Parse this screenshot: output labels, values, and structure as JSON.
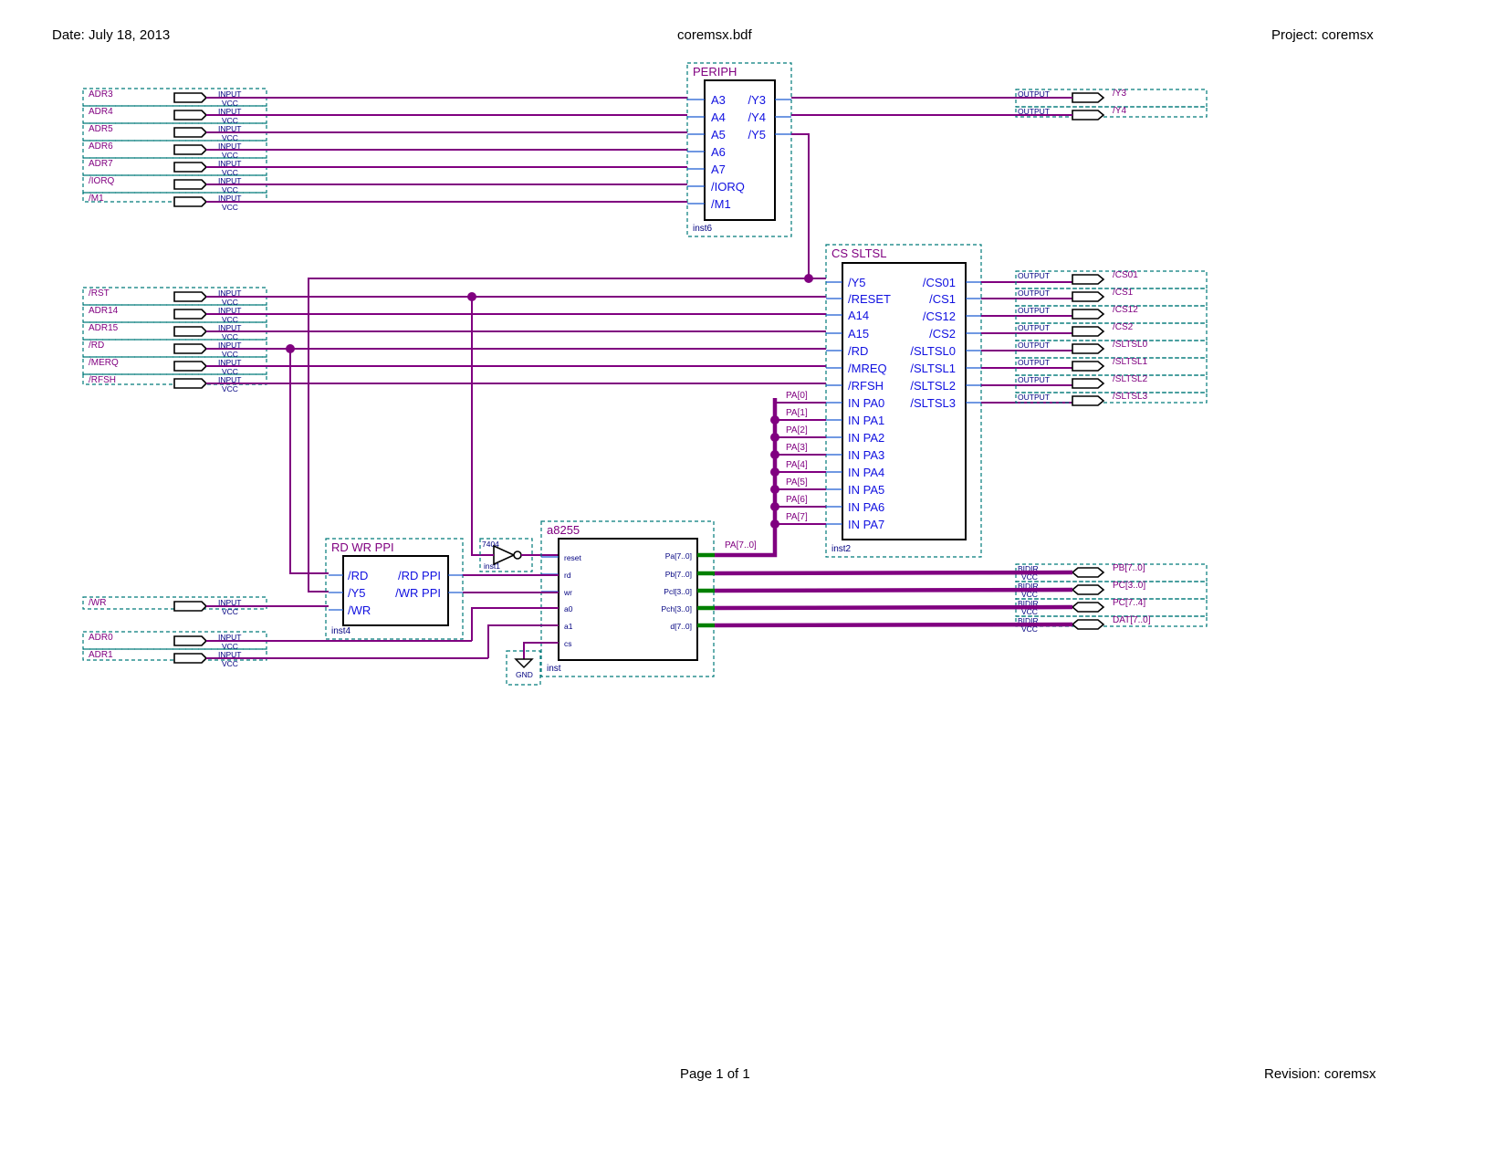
{
  "header": {
    "date": "Date: July 18, 2013",
    "file": "coremsx.bdf",
    "project": "Project: coremsx"
  },
  "footer": {
    "page": "Page 1 of 1",
    "revision": "Revision: coremsx"
  },
  "port_text": {
    "input": "INPUT",
    "output": "OUTPUT",
    "bidir": "BIDIR",
    "vcc": "VCC",
    "gnd": "GND"
  },
  "inputs": {
    "top": [
      "ADR3",
      "ADR4",
      "ADR5",
      "ADR6",
      "ADR7",
      "/IORQ",
      "/M1"
    ],
    "mid": [
      "/RST",
      "ADR14",
      "ADR15",
      "/RD",
      "/MERQ",
      "/RFSH"
    ],
    "wr": "/WR",
    "adr": [
      "ADR0",
      "ADR1"
    ]
  },
  "outputs": {
    "top": [
      "/Y3",
      "/Y4"
    ],
    "mid": [
      "/CS01",
      "/CS1",
      "/CS12",
      "/CS2",
      "/SLTSL0",
      "/SLTSL1",
      "/SLTSL2",
      "/SLTSL3"
    ]
  },
  "bidirs": [
    "PB[7..0]",
    "PC[3..0]",
    "PC[7..4]",
    "DAT[7..0]"
  ],
  "blocks": {
    "periph": {
      "title": "PERIPH",
      "inst": "inst6",
      "left_pins": [
        "A3",
        "A4",
        "A5",
        "A6",
        "A7",
        "/IORQ",
        "/M1"
      ],
      "right_pins": [
        "/Y3",
        "/Y4",
        "/Y5"
      ]
    },
    "cs": {
      "title": "CS_SLTSL",
      "inst": "inst2",
      "left_pins": [
        "/Y5",
        "/RESET",
        "A14",
        "A15",
        "/RD",
        "/MREQ",
        "/RFSH",
        "IN_PA0",
        "IN_PA1",
        "IN_PA2",
        "IN_PA3",
        "IN_PA4",
        "IN_PA5",
        "IN_PA6",
        "IN_PA7"
      ],
      "right_pins": [
        "/CS01",
        "/CS1",
        "/CS12",
        "/CS2",
        "/SLTSL0",
        "/SLTSL1",
        "/SLTSL2",
        "/SLTSL3"
      ]
    },
    "rdwr": {
      "title": "RD_WR_PPI",
      "inst": "inst4",
      "left_pins": [
        "/RD",
        "/Y5",
        "/WR"
      ],
      "right_pins": [
        "/RD_PPI",
        "/WR_PPI"
      ]
    },
    "inv": {
      "title": "7404",
      "inst": "inst1"
    },
    "a8255": {
      "title": "a8255",
      "inst": "inst",
      "left_pins": [
        "reset",
        "rd",
        "wr",
        "a0",
        "a1",
        "cs"
      ],
      "right_pins": [
        "Pa[7..0]",
        "Pb[7..0]",
        "Pcl[3..0]",
        "Pch[3..0]",
        "d[7..0]"
      ]
    }
  },
  "nets": {
    "pa": [
      "PA[0]",
      "PA[1]",
      "PA[2]",
      "PA[3]",
      "PA[4]",
      "PA[5]",
      "PA[6]",
      "PA[7]"
    ],
    "pa_bus": "PA[7..0]"
  },
  "colors": {
    "wire": "#800080",
    "pin": "#1a5ad0",
    "frame": "#007a7a",
    "bus_stub": "#008000"
  }
}
